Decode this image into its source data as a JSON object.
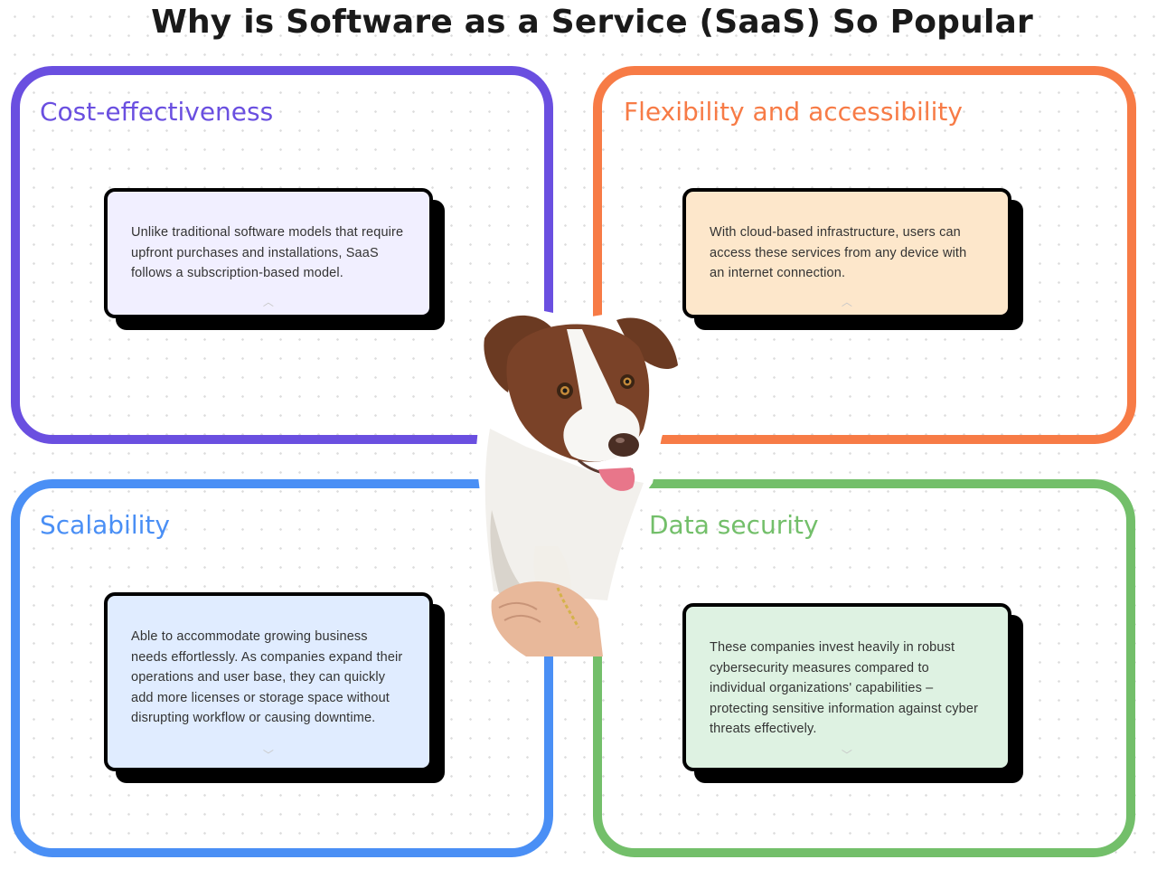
{
  "title": "Why is Software as a Service (SaaS) So Popular",
  "quadrants": [
    {
      "heading": "Cost-effectiveness",
      "text": "Unlike traditional software models that require upfront purchases and installations, SaaS follows a subscription-based model.",
      "color": "#6a4fe0",
      "card_bg": "#f1efff"
    },
    {
      "heading": "Flexibility and accessibility",
      "text": "With cloud-based infrastructure, users can access these services from any device with an internet connection.",
      "color": "#f77b46",
      "card_bg": "#fde7cb"
    },
    {
      "heading": "Scalability",
      "text": "Able to accommodate growing business needs effortlessly. As companies expand their operations and user base, they can quickly add more licenses or storage space without disrupting workflow or causing downtime.",
      "color": "#4a8ff5",
      "card_bg": "#e0ecff"
    },
    {
      "heading": "Data security",
      "text": "These companies invest heavily in robust cybersecurity measures compared to individual organizations' capabilities – protecting sensitive information against cyber threats effectively.",
      "color": "#73bf6a",
      "card_bg": "#def2e2"
    }
  ],
  "image": "dog-shaking-hand-photo"
}
